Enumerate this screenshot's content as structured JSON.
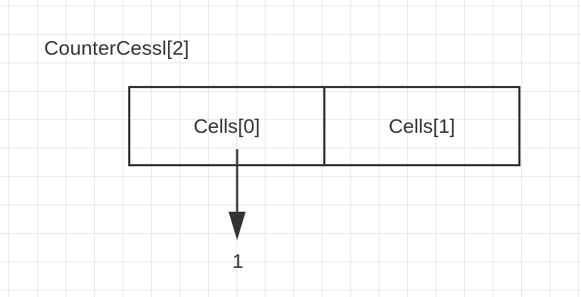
{
  "diagram": {
    "title": "CounterCessl[2]",
    "cells": [
      "Cells[0]",
      "Cells[1]"
    ],
    "pointer_value": "1",
    "colors": {
      "stroke": "#333333",
      "grid": "#e3e3e3",
      "background": "#ffffff"
    }
  }
}
